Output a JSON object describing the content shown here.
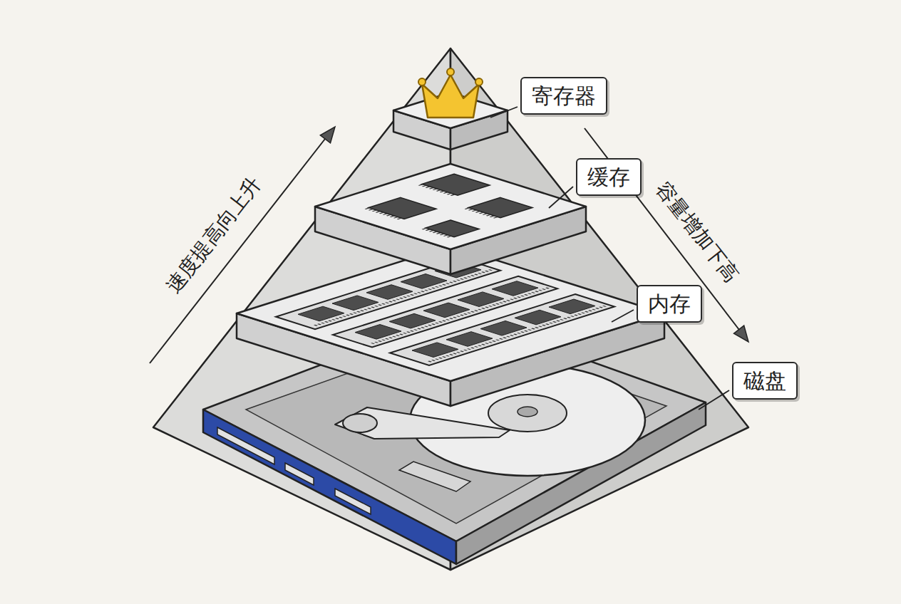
{
  "diagram": {
    "nodes": [
      {
        "text": [
          "寄存器"
        ]
      },
      {
        "text": [
          "缓存"
        ]
      },
      {
        "text": [
          "内存"
        ]
      },
      {
        "text": [
          "磁盘"
        ]
      }
    ],
    "labels": [
      "速度提高向上升",
      "容量增加下高"
    ]
  }
}
